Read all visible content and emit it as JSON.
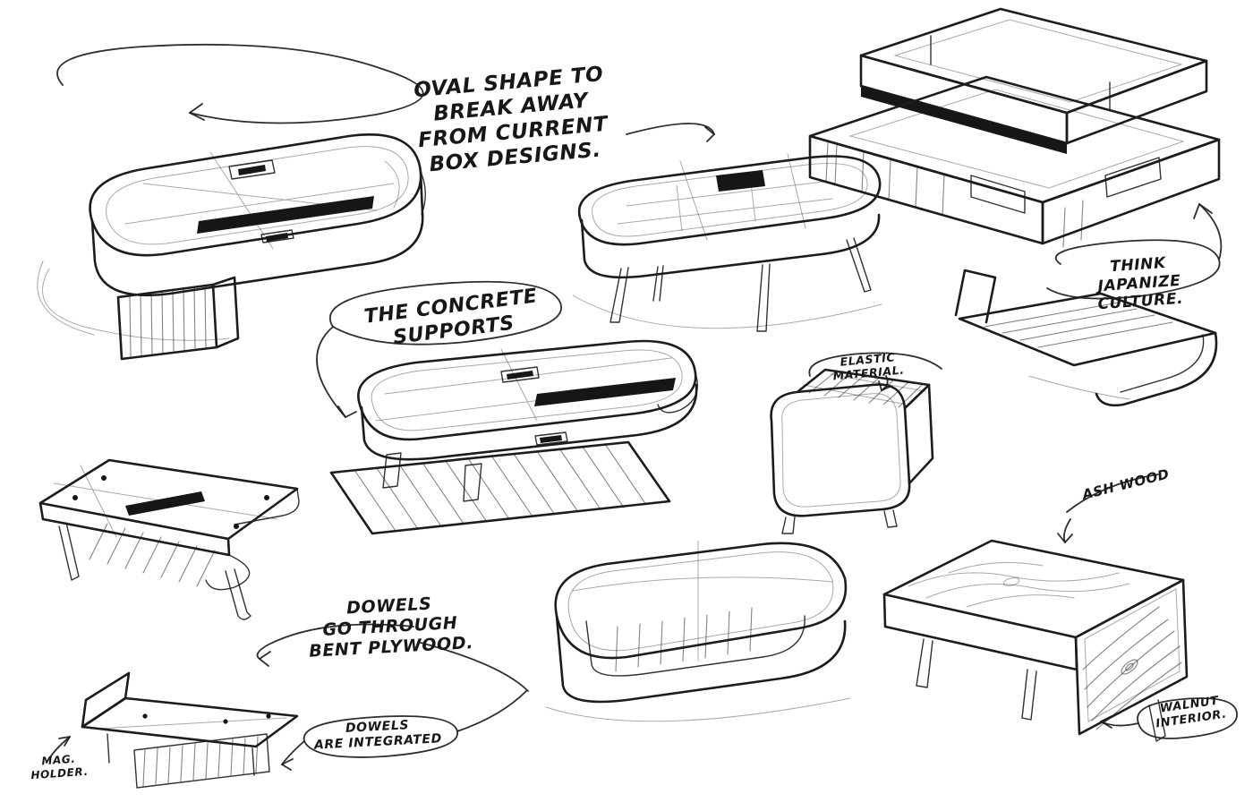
{
  "page": {
    "background": "#ffffff",
    "ink": "#1c1c1c"
  },
  "annotations": {
    "oval": {
      "text": "OVAL SHAPE TO\nBREAK AWAY\nFROM CURRENT\nBOX DESIGNS."
    },
    "concrete": {
      "text": "THE CONCRETE\nSUPPORTS"
    },
    "japanize": {
      "text": "THINK\nJAPANIZE\nCULTURE."
    },
    "elastic": {
      "text": "ELASTIC\nMATERIAL."
    },
    "ash": {
      "text": "ASH WOOD"
    },
    "dowels": {
      "text": "DOWELS\nGO THROUGH\nBENT PLYWOOD."
    },
    "integrated": {
      "text": "DOWELS\nARE INTEGRATED"
    },
    "mag": {
      "text": "MAG.\nHOLDER."
    },
    "walnut": {
      "text": "WALNUT\nINTERIOR."
    }
  }
}
